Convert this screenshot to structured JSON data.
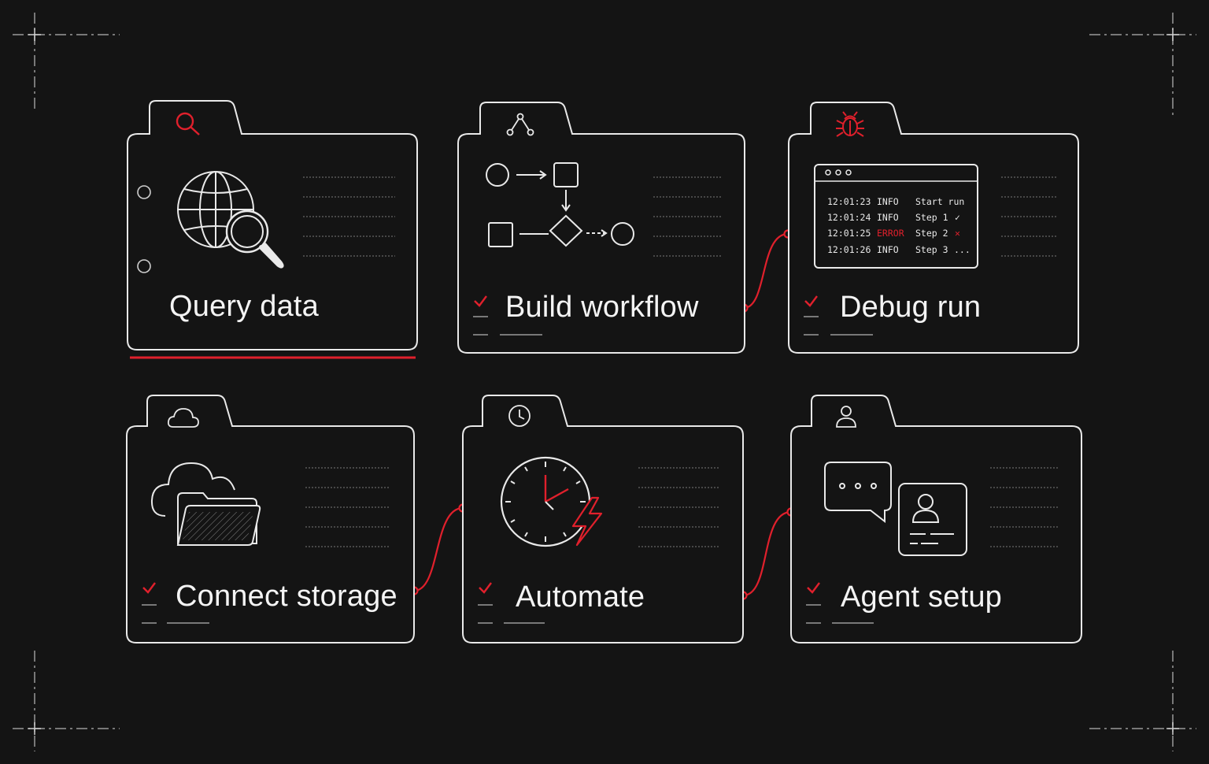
{
  "colors": {
    "background": "#141414",
    "stroke": "#e9e9e9",
    "accent": "#e0202c"
  },
  "cards": [
    {
      "id": "query",
      "title": "Query data",
      "tab_icon": "search-icon",
      "illustration": "globe-search-icon",
      "active": true
    },
    {
      "id": "build",
      "title": "Build workflow",
      "tab_icon": "branch-icon",
      "illustration": "flow-diagram-icon",
      "checked": true
    },
    {
      "id": "debug",
      "title": "Debug run",
      "tab_icon": "bug-icon",
      "illustration": "log-window",
      "checked": true
    },
    {
      "id": "storage",
      "title": "Connect storage",
      "tab_icon": "cloud-icon",
      "illustration": "cloud-folder-icon",
      "checked": true
    },
    {
      "id": "automate",
      "title": "Automate",
      "tab_icon": "clock-icon",
      "illustration": "clock-lightning-icon",
      "checked": true
    },
    {
      "id": "agent",
      "title": "Agent setup",
      "tab_icon": "user-icon",
      "illustration": "chat-profile-icon",
      "checked": true
    }
  ],
  "log": [
    {
      "time": "12:01:23",
      "level": "INFO",
      "message": "Start run",
      "status": ""
    },
    {
      "time": "12:01:24",
      "level": "INFO",
      "message": "Step 1",
      "status": "✓"
    },
    {
      "time": "12:01:25",
      "level": "ERROR",
      "message": "Step 2",
      "status": "✕"
    },
    {
      "time": "12:01:26",
      "level": "INFO",
      "message": "Step 3",
      "status": "..."
    }
  ]
}
